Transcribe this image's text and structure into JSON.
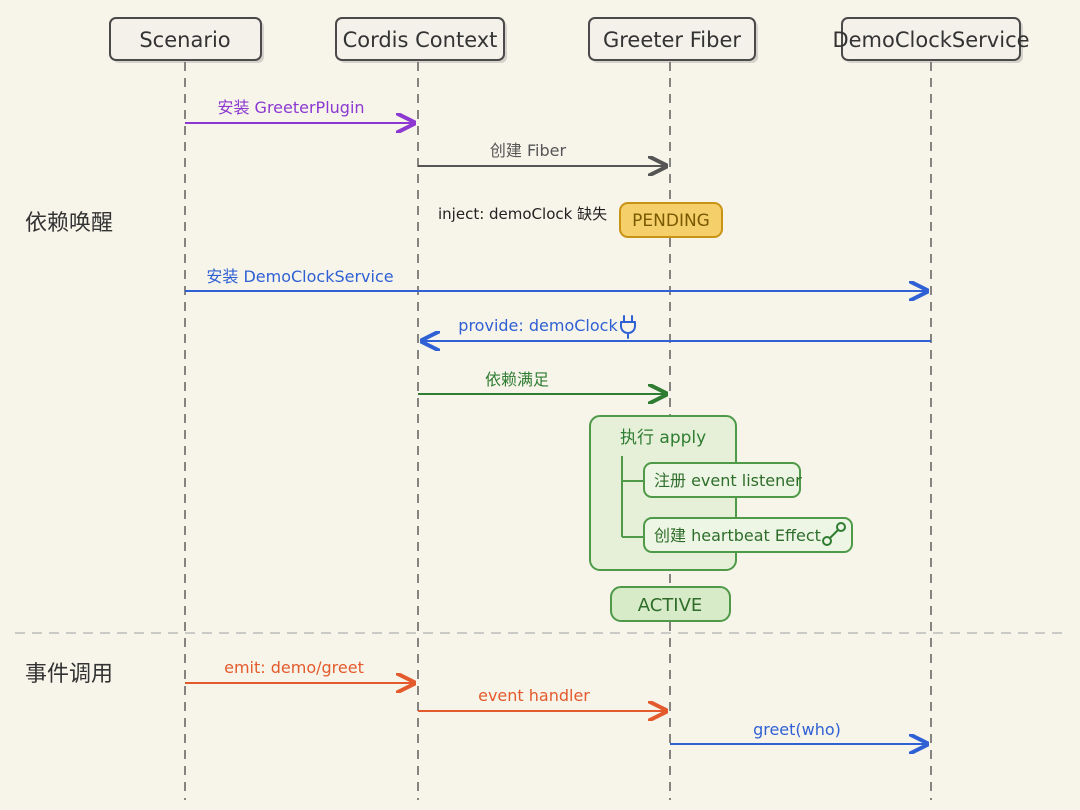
{
  "participants": [
    {
      "label": "Scenario"
    },
    {
      "label": "Cordis Context"
    },
    {
      "label": "Greeter Fiber"
    },
    {
      "label": "DemoClockService"
    }
  ],
  "sections": [
    {
      "label": "依赖唤醒"
    },
    {
      "label": "事件调用"
    }
  ],
  "messages": [
    {
      "label": "安装 GreeterPlugin",
      "color": "#8c38d1"
    },
    {
      "label": "创建 Fiber",
      "color": "#555555"
    },
    {
      "label": "安装 DemoClockService",
      "color": "#2f61d4"
    },
    {
      "label": "provide: demoClock",
      "color": "#2f61d4",
      "icon": "plug-icon"
    },
    {
      "label": "依赖满足",
      "color": "#2f7d32"
    },
    {
      "label": "emit: demo/greet",
      "color": "#e35b2c"
    },
    {
      "label": "event handler",
      "color": "#e35b2c"
    },
    {
      "label": "greet(who)",
      "color": "#2f61d4"
    }
  ],
  "note": {
    "label": "inject: demoClock 缺失"
  },
  "pending": {
    "label": "PENDING",
    "color": "#f4cf6a"
  },
  "apply": {
    "title": "执行 apply",
    "items": [
      {
        "label": "注册 event listener"
      },
      {
        "label": "创建 heartbeat Effect",
        "icon": "link-icon"
      }
    ]
  },
  "active": {
    "label": "ACTIVE",
    "color": "#4e9a48"
  }
}
